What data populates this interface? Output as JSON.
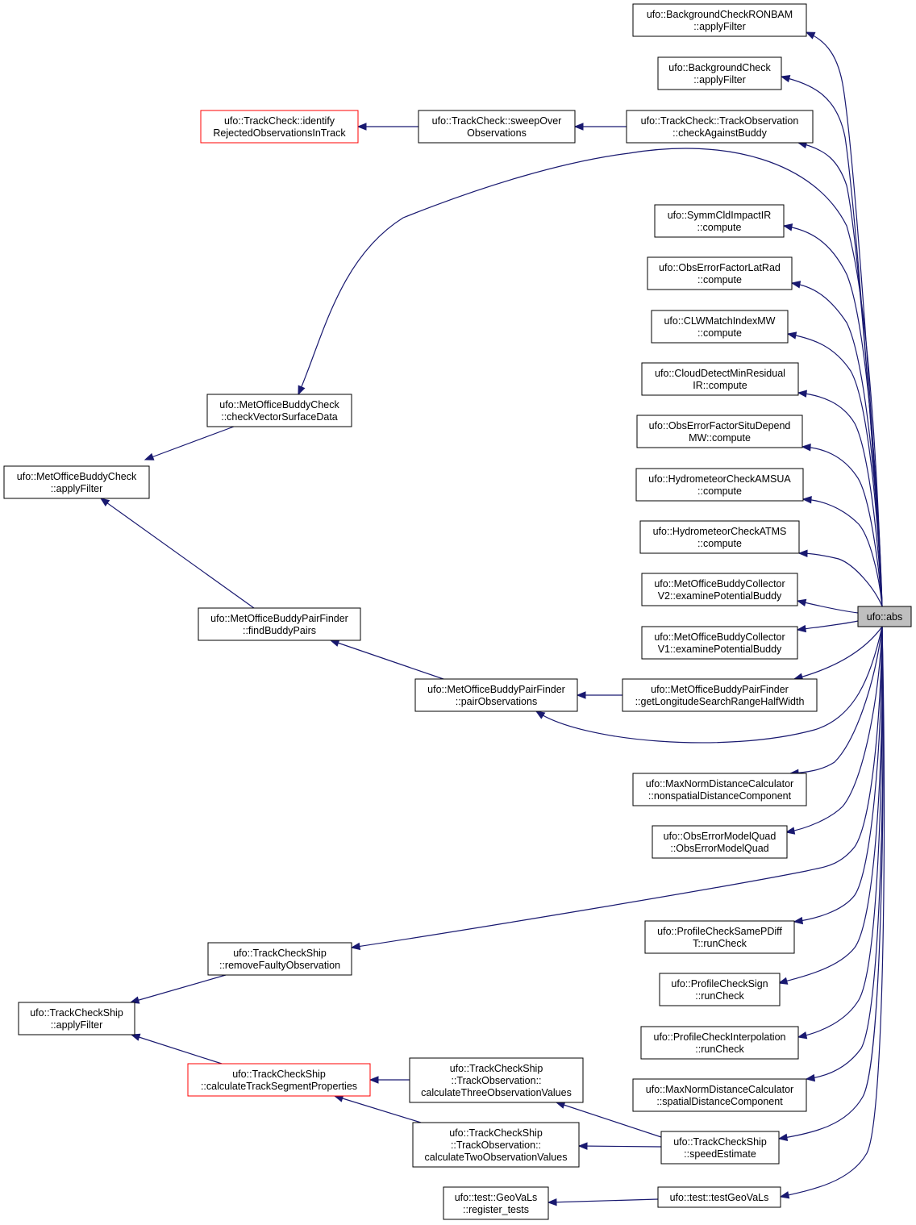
{
  "root": "ufo::abs",
  "nodes": {
    "root": [
      "ufo::abs"
    ],
    "bg_ronbam": [
      "ufo::BackgroundCheckRONBAM",
      "::applyFilter"
    ],
    "bg_check": [
      "ufo::BackgroundCheck",
      "::applyFilter"
    ],
    "tc_identify": [
      "ufo::TrackCheck::identify",
      "RejectedObservationsInTrack"
    ],
    "tc_sweep": [
      "ufo::TrackCheck::sweepOver",
      "Observations"
    ],
    "tc_buddy": [
      "ufo::TrackCheck::TrackObservation",
      "::checkAgainstBuddy"
    ],
    "symm": [
      "ufo::SymmCldImpactIR",
      "::compute"
    ],
    "oef_latrad": [
      "ufo::ObsErrorFactorLatRad",
      "::compute"
    ],
    "clw": [
      "ufo::CLWMatchIndexMW",
      "::compute"
    ],
    "cloud": [
      "ufo::CloudDetectMinResidual",
      "IR::compute"
    ],
    "oef_situ": [
      "ufo::ObsErrorFactorSituDepend",
      "MW::compute"
    ],
    "hydro_amsua": [
      "ufo::HydrometeorCheckAMSUA",
      "::compute"
    ],
    "hydro_atms": [
      "ufo::HydrometeorCheckATMS",
      "::compute"
    ],
    "mobc_v2": [
      "ufo::MetOfficeBuddyCollector",
      "V2::examinePotentialBuddy"
    ],
    "mobc_v1": [
      "ufo::MetOfficeBuddyCollector",
      "V1::examinePotentialBuddy"
    ],
    "mobpf_lon": [
      "ufo::MetOfficeBuddyPairFinder",
      "::getLongitudeSearchRangeHalfWidth"
    ],
    "maxnorm_ns": [
      "ufo::MaxNormDistanceCalculator",
      "::nonspatialDistanceComponent"
    ],
    "oem_quad": [
      "ufo::ObsErrorModelQuad",
      "::ObsErrorModelQuad"
    ],
    "pc_samep": [
      "ufo::ProfileCheckSamePDiff",
      "T::runCheck"
    ],
    "pc_sign": [
      "ufo::ProfileCheckSign",
      "::runCheck"
    ],
    "pc_interp": [
      "ufo::ProfileCheckInterpolation",
      "::runCheck"
    ],
    "maxnorm_sp": [
      "ufo::MaxNormDistanceCalculator",
      "::spatialDistanceComponent"
    ],
    "tcs_speed": [
      "ufo::TrackCheckShip",
      "::speedEstimate"
    ],
    "test_geovals": [
      "ufo::test::testGeoVaLs"
    ],
    "mobc_vector": [
      "ufo::MetOfficeBuddyCheck",
      "::checkVectorSurfaceData"
    ],
    "mobc_apply": [
      "ufo::MetOfficeBuddyCheck",
      "::applyFilter"
    ],
    "mobpf_find": [
      "ufo::MetOfficeBuddyPairFinder",
      "::findBuddyPairs"
    ],
    "mobpf_pair": [
      "ufo::MetOfficeBuddyPairFinder",
      "::pairObservations"
    ],
    "tcs_remove": [
      "ufo::TrackCheckShip",
      "::removeFaultyObservation"
    ],
    "tcs_apply": [
      "ufo::TrackCheckShip",
      "::applyFilter"
    ],
    "tcs_calcseg": [
      "ufo::TrackCheckShip",
      "::calculateTrackSegmentProperties"
    ],
    "tcs_three": [
      "ufo::TrackCheckShip",
      "::TrackObservation::",
      "calculateThreeObservationValues"
    ],
    "tcs_two": [
      "ufo::TrackCheckShip",
      "::TrackObservation::",
      "calculateTwoObservationValues"
    ],
    "test_register": [
      "ufo::test::GeoVaLs",
      "::register_tests"
    ]
  },
  "edges": [
    {
      "from": "root",
      "to": "bg_ronbam"
    },
    {
      "from": "root",
      "to": "bg_check"
    },
    {
      "from": "root",
      "to": "tc_buddy"
    },
    {
      "from": "root",
      "to": "mobc_vector"
    },
    {
      "from": "root",
      "to": "symm"
    },
    {
      "from": "root",
      "to": "oef_latrad"
    },
    {
      "from": "root",
      "to": "clw"
    },
    {
      "from": "root",
      "to": "cloud"
    },
    {
      "from": "root",
      "to": "oef_situ"
    },
    {
      "from": "root",
      "to": "hydro_amsua"
    },
    {
      "from": "root",
      "to": "hydro_atms"
    },
    {
      "from": "root",
      "to": "mobc_v2"
    },
    {
      "from": "root",
      "to": "mobc_v1"
    },
    {
      "from": "root",
      "to": "mobpf_lon"
    },
    {
      "from": "root",
      "to": "mobpf_pair"
    },
    {
      "from": "root",
      "to": "maxnorm_ns"
    },
    {
      "from": "root",
      "to": "oem_quad"
    },
    {
      "from": "root",
      "to": "tcs_remove"
    },
    {
      "from": "root",
      "to": "pc_samep"
    },
    {
      "from": "root",
      "to": "pc_sign"
    },
    {
      "from": "root",
      "to": "pc_interp"
    },
    {
      "from": "root",
      "to": "maxnorm_sp"
    },
    {
      "from": "root",
      "to": "tcs_speed"
    },
    {
      "from": "root",
      "to": "test_geovals"
    },
    {
      "from": "tc_buddy",
      "to": "tc_sweep"
    },
    {
      "from": "tc_sweep",
      "to": "tc_identify"
    },
    {
      "from": "mobc_vector",
      "to": "mobc_apply"
    },
    {
      "from": "mobpf_find",
      "to": "mobc_apply"
    },
    {
      "from": "mobpf_pair",
      "to": "mobpf_find"
    },
    {
      "from": "mobpf_lon",
      "to": "mobpf_pair"
    },
    {
      "from": "tcs_remove",
      "to": "tcs_apply"
    },
    {
      "from": "tcs_calcseg",
      "to": "tcs_apply"
    },
    {
      "from": "tcs_three",
      "to": "tcs_calcseg"
    },
    {
      "from": "tcs_two",
      "to": "tcs_calcseg"
    },
    {
      "from": "tcs_speed",
      "to": "tcs_three"
    },
    {
      "from": "tcs_speed",
      "to": "tcs_two"
    },
    {
      "from": "test_geovals",
      "to": "test_register"
    }
  ],
  "colors": {
    "edge": "#191970",
    "red_border": "#ff0000",
    "root_fill": "#bfbfbf"
  }
}
